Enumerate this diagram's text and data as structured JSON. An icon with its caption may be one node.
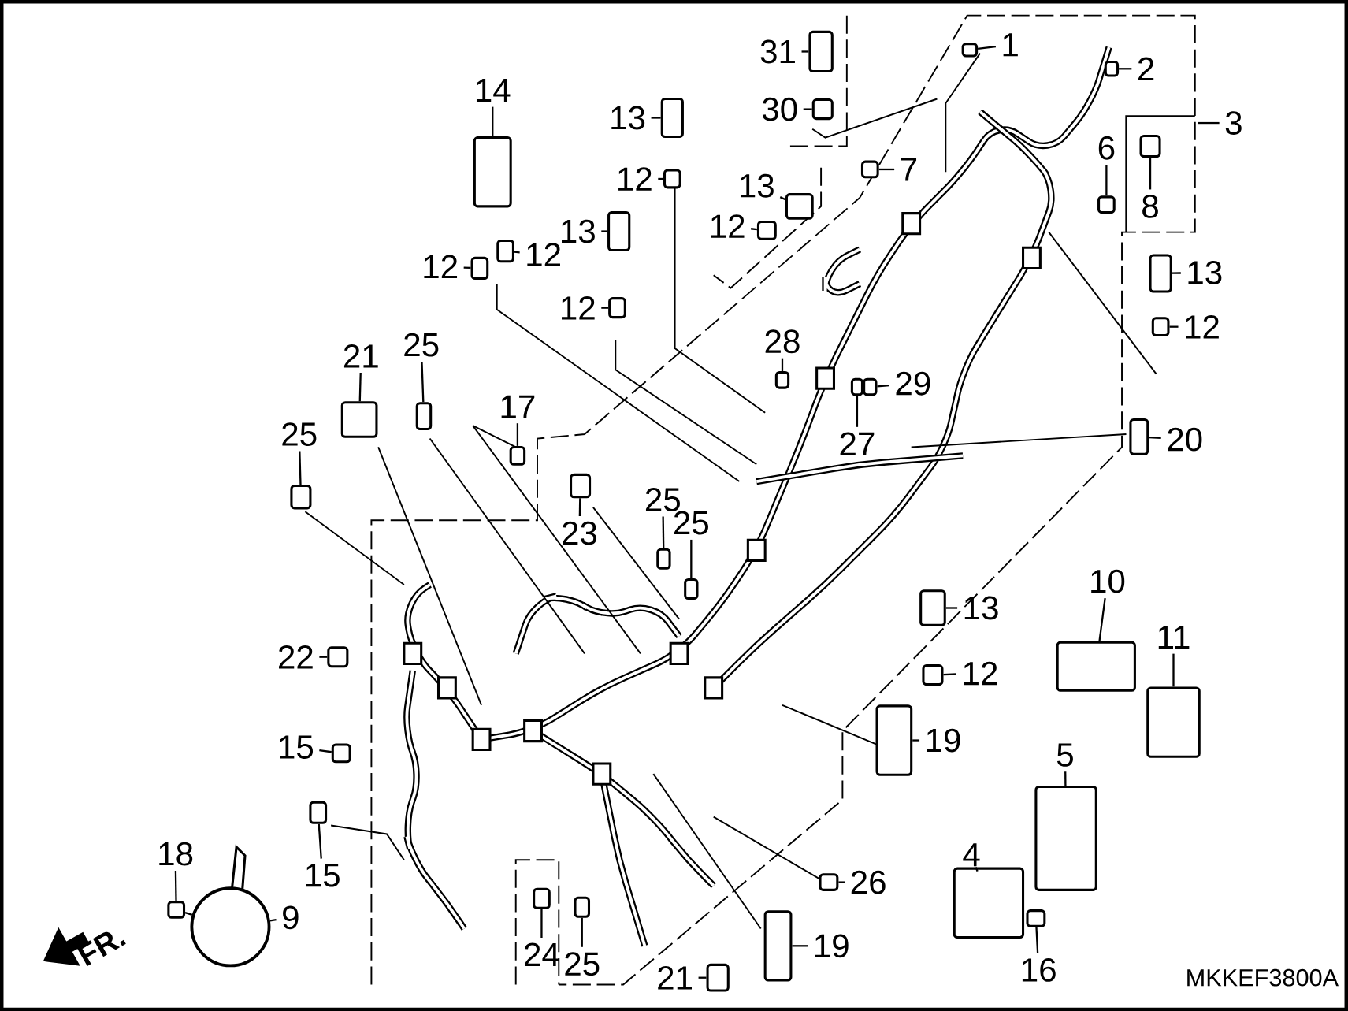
{
  "diagram": {
    "nodes": [
      {
        "text": [
          "1"
        ]
      },
      {
        "text": [
          "2"
        ]
      },
      {
        "text": [
          "3"
        ]
      },
      {
        "text": [
          "6"
        ]
      },
      {
        "text": [
          "8"
        ]
      },
      {
        "text": [
          "7"
        ]
      },
      {
        "text": [
          "31"
        ]
      },
      {
        "text": [
          "30"
        ]
      },
      {
        "text": [
          "13"
        ]
      },
      {
        "text": [
          "12"
        ]
      },
      {
        "text": [
          "13"
        ]
      },
      {
        "text": [
          "12"
        ]
      },
      {
        "text": [
          "14"
        ]
      },
      {
        "text": [
          "12"
        ]
      },
      {
        "text": [
          "12"
        ]
      },
      {
        "text": [
          "13"
        ]
      },
      {
        "text": [
          "12"
        ]
      },
      {
        "text": [
          "13"
        ]
      },
      {
        "text": [
          "12"
        ]
      },
      {
        "text": [
          "28"
        ]
      },
      {
        "text": [
          "29"
        ]
      },
      {
        "text": [
          "27"
        ]
      },
      {
        "text": [
          "20"
        ]
      },
      {
        "text": [
          "21"
        ]
      },
      {
        "text": [
          "25"
        ]
      },
      {
        "text": [
          "17"
        ]
      },
      {
        "text": [
          "25"
        ]
      },
      {
        "text": [
          "23"
        ]
      },
      {
        "text": [
          "25"
        ]
      },
      {
        "text": [
          "25"
        ]
      },
      {
        "text": [
          "22"
        ]
      },
      {
        "text": [
          "15"
        ]
      },
      {
        "text": [
          "15"
        ]
      },
      {
        "text": [
          "18"
        ]
      },
      {
        "text": [
          "9"
        ]
      },
      {
        "text": [
          "24"
        ]
      },
      {
        "text": [
          "25"
        ]
      },
      {
        "text": [
          "21"
        ]
      },
      {
        "text": [
          "19"
        ]
      },
      {
        "text": [
          "26"
        ]
      },
      {
        "text": [
          "19"
        ]
      },
      {
        "text": [
          "13"
        ]
      },
      {
        "text": [
          "12"
        ]
      },
      {
        "text": [
          "10"
        ]
      },
      {
        "text": [
          "11"
        ]
      },
      {
        "text": [
          "5"
        ]
      },
      {
        "text": [
          "4"
        ]
      },
      {
        "text": [
          "16"
        ]
      },
      {
        "text": [],
        "shape": "box"
      },
      {
        "text": [],
        "shape": "box"
      },
      {
        "text": [],
        "shape": "box"
      },
      {
        "text": [],
        "shape": "box"
      },
      {
        "text": [],
        "shape": "box"
      },
      {
        "text": [],
        "shape": "box"
      },
      {
        "text": [],
        "shape": "box"
      },
      {
        "text": [],
        "shape": "box"
      },
      {
        "text": [],
        "shape": "box"
      },
      {
        "text": [],
        "shape": "box"
      },
      {
        "text": [],
        "shape": "box"
      },
      {
        "text": [],
        "shape": "box"
      },
      {
        "text": [],
        "shape": "box"
      },
      {
        "text": [],
        "shape": "box"
      },
      {
        "text": [],
        "shape": "box"
      },
      {
        "text": [],
        "shape": "box"
      },
      {
        "text": [],
        "shape": "box"
      },
      {
        "text": [],
        "shape": "box"
      },
      {
        "text": [],
        "shape": "box"
      },
      {
        "text": [],
        "shape": "box"
      },
      {
        "text": [],
        "shape": "box"
      },
      {
        "text": [],
        "shape": "box"
      },
      {
        "text": [],
        "shape": "box"
      },
      {
        "text": [],
        "shape": "box"
      },
      {
        "text": [],
        "shape": "box"
      },
      {
        "text": [],
        "shape": "box"
      },
      {
        "text": [],
        "shape": "box"
      },
      {
        "text": [],
        "shape": "box"
      },
      {
        "text": [],
        "shape": "box"
      },
      {
        "text": [],
        "shape": "box"
      },
      {
        "text": [],
        "shape": "box"
      },
      {
        "text": [],
        "shape": "box"
      },
      {
        "text": [],
        "shape": "box"
      },
      {
        "text": [],
        "shape": "circle"
      },
      {
        "text": [],
        "shape": "box"
      },
      {
        "text": [],
        "shape": "box"
      },
      {
        "text": [],
        "shape": "box"
      },
      {
        "text": [],
        "shape": "box"
      },
      {
        "text": [],
        "shape": "box"
      },
      {
        "text": [],
        "shape": "box"
      },
      {
        "text": [],
        "shape": "box"
      },
      {
        "text": [],
        "shape": "box"
      },
      {
        "text": [],
        "shape": "box"
      },
      {
        "text": [],
        "shape": "box"
      },
      {
        "text": [],
        "shape": "box"
      },
      {
        "text": [],
        "shape": "box"
      },
      {
        "text": [],
        "shape": "box"
      }
    ],
    "edges": [
      {
        "from": 0,
        "to": 48,
        "arrow": "none"
      },
      {
        "from": 1,
        "to": 49,
        "arrow": "none"
      },
      {
        "from": 2,
        "to": null,
        "arrow": "none"
      },
      {
        "from": 3,
        "to": 50,
        "arrow": "none"
      },
      {
        "from": 4,
        "to": 51,
        "arrow": "none"
      },
      {
        "from": 5,
        "to": 52,
        "arrow": "none"
      },
      {
        "from": 6,
        "to": 53,
        "arrow": "none"
      },
      {
        "from": 7,
        "to": 54,
        "arrow": "none"
      },
      {
        "from": 8,
        "to": 55,
        "arrow": "none"
      },
      {
        "from": 9,
        "to": 56,
        "arrow": "none"
      },
      {
        "from": 10,
        "to": 57,
        "arrow": "none"
      },
      {
        "from": 11,
        "to": 58,
        "arrow": "none"
      },
      {
        "from": 12,
        "to": 59,
        "arrow": "none"
      },
      {
        "from": 13,
        "to": 60,
        "arrow": "none"
      },
      {
        "from": 14,
        "to": 61,
        "arrow": "none"
      },
      {
        "from": 15,
        "to": 62,
        "arrow": "none"
      },
      {
        "from": 16,
        "to": 63,
        "arrow": "none"
      },
      {
        "from": 17,
        "to": 64,
        "arrow": "none"
      },
      {
        "from": 18,
        "to": 65,
        "arrow": "none"
      },
      {
        "from": 19,
        "to": 66,
        "arrow": "none"
      },
      {
        "from": 20,
        "to": 67,
        "arrow": "none"
      },
      {
        "from": 21,
        "to": 68,
        "arrow": "none"
      },
      {
        "from": 22,
        "to": 69,
        "arrow": "none"
      },
      {
        "from": 23,
        "to": 70,
        "arrow": "none"
      },
      {
        "from": 24,
        "to": 71,
        "arrow": "none"
      },
      {
        "from": 25,
        "to": 72,
        "arrow": "none"
      },
      {
        "from": 26,
        "to": 73,
        "arrow": "none"
      },
      {
        "from": 27,
        "to": 74,
        "arrow": "none"
      },
      {
        "from": 28,
        "to": 75,
        "arrow": "none"
      },
      {
        "from": 29,
        "to": 76,
        "arrow": "none"
      },
      {
        "from": 30,
        "to": 77,
        "arrow": "none"
      },
      {
        "from": 31,
        "to": 78,
        "arrow": "none"
      },
      {
        "from": 32,
        "to": 79,
        "arrow": "none"
      },
      {
        "from": 33,
        "to": 80,
        "arrow": "none"
      },
      {
        "from": 34,
        "to": 81,
        "arrow": "none"
      },
      {
        "from": 35,
        "to": 82,
        "arrow": "none"
      },
      {
        "from": 36,
        "to": 83,
        "arrow": "none"
      },
      {
        "from": 37,
        "to": 84,
        "arrow": "none"
      },
      {
        "from": 38,
        "to": 85,
        "arrow": "none"
      },
      {
        "from": 39,
        "to": 86,
        "arrow": "none"
      },
      {
        "from": 40,
        "to": 87,
        "arrow": "none"
      },
      {
        "from": 41,
        "to": 88,
        "arrow": "none"
      },
      {
        "from": 42,
        "to": 89,
        "arrow": "none"
      },
      {
        "from": 43,
        "to": 90,
        "arrow": "none"
      },
      {
        "from": 44,
        "to": 91,
        "arrow": "none"
      },
      {
        "from": 45,
        "to": 92,
        "arrow": "none"
      },
      {
        "from": 46,
        "to": 93,
        "arrow": "none"
      },
      {
        "from": 47,
        "to": 94,
        "arrow": "none"
      },
      {
        "from": 80,
        "to": 81,
        "arrow": "none"
      }
    ],
    "labels": [
      "FR.",
      "MKKEF3800A"
    ]
  }
}
